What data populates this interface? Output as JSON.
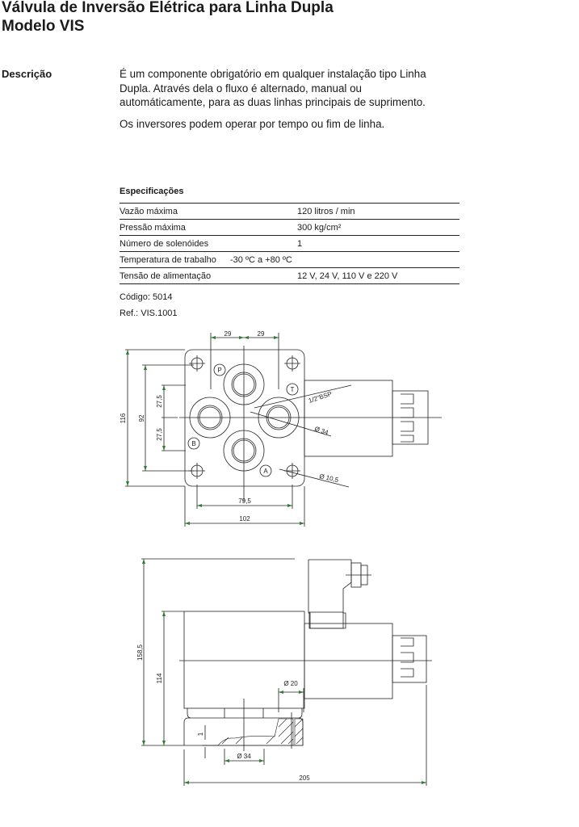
{
  "header": {
    "title_line1": "Válvula de Inversão Elétrica para Linha Dupla",
    "title_line2": "Modelo VIS"
  },
  "description": {
    "label": "Descrição",
    "paragraph1": "É um componente obrigatório em qualquer instalação tipo Linha Dupla. Através dela o fluxo é alternado, manual ou automáticamente, para as duas linhas principais de suprimento.",
    "paragraph2": "Os inversores podem operar por tempo ou fim de linha."
  },
  "specs": {
    "title": "Especificações",
    "rows": [
      {
        "label": "Vazão máxima",
        "value": "120 litros / min"
      },
      {
        "label": "Pressão máxima",
        "value": "300 kg/cm²"
      },
      {
        "label": "Número de solenóides",
        "value": "1"
      },
      {
        "label": "Temperatura de trabalho",
        "value": "-30 ºC a +80 ºC"
      },
      {
        "label": "Tensão de alimentação",
        "value": "12 V, 24 V, 110 V e 220 V"
      }
    ],
    "code": "Código: 5014",
    "ref": "Ref.: VIS.1001"
  },
  "drawing_top": {
    "dim_29a": "29",
    "dim_29b": "29",
    "dim_116": "116",
    "dim_92": "92",
    "dim_275a": "27,5",
    "dim_275b": "27,5",
    "dim_795": "79,5",
    "dim_102": "102",
    "port_p": "P",
    "port_t": "T",
    "port_b": "B",
    "port_a": "A",
    "thread": "1/2\"BSP",
    "dia_34": "Ø 34",
    "dia_105": "Ø 10,5"
  },
  "drawing_side": {
    "dim_1585": "158,5",
    "dim_114": "114",
    "dia_20": "Ø 20",
    "dia_34": "Ø 34",
    "dim_1": "1",
    "dim_205": "205"
  },
  "colors": {
    "line": "#222222",
    "arrow": "#2e7d32"
  }
}
